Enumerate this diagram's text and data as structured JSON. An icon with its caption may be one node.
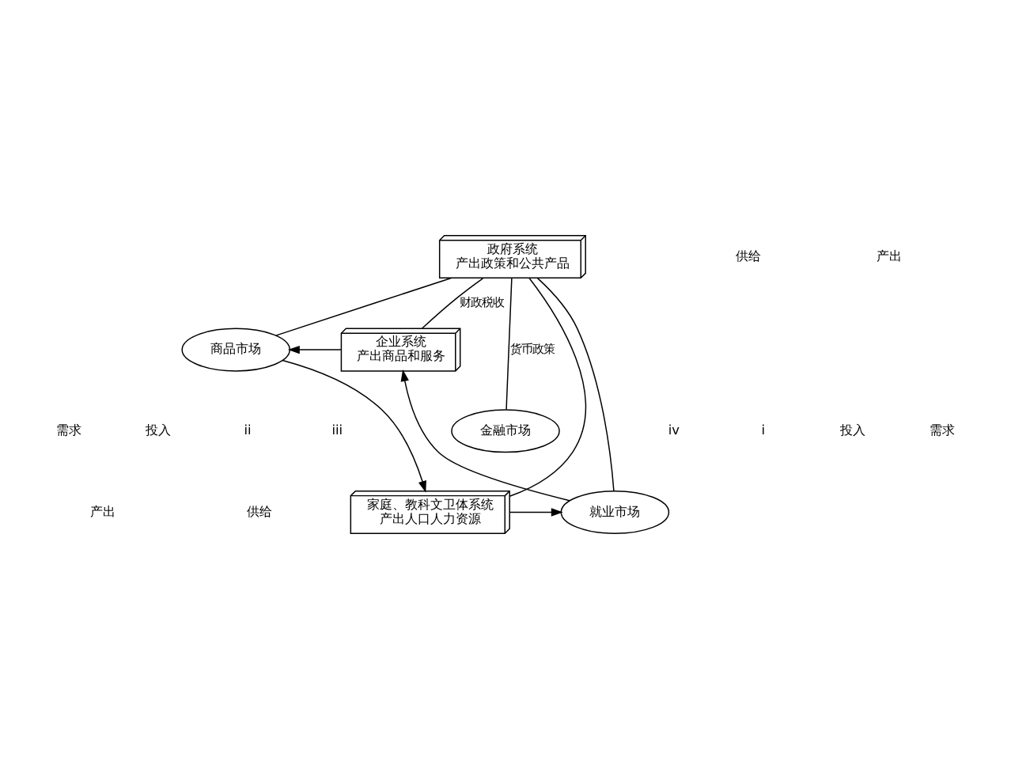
{
  "diagram": {
    "nodes": [
      {
        "text": [
          "政府系统",
          "产出政策和公共产品"
        ]
      },
      {
        "text": [
          "商品市场"
        ]
      },
      {
        "text": [
          "企业系统",
          "产出商品和服务"
        ]
      },
      {
        "text": [
          "金融市场"
        ]
      },
      {
        "text": [
          "家庭、教科文卫体系统",
          "产出人口人力资源"
        ]
      },
      {
        "text": [
          "就业市场"
        ]
      }
    ],
    "edges": [
      {
        "from": 2,
        "to": 1,
        "arrow": "to"
      },
      {
        "from": 1,
        "to": 4,
        "arrow": "to"
      },
      {
        "from": 4,
        "to": 5,
        "arrow": "to"
      },
      {
        "from": 5,
        "to": 2,
        "arrow": "to"
      },
      {
        "from": 0,
        "to": 1,
        "arrow": "none"
      },
      {
        "from": 0,
        "to": 4,
        "arrow": "none"
      },
      {
        "from": 0,
        "to": 3,
        "arrow": "none",
        "label": "货币政策"
      },
      {
        "from": 0,
        "to": 5,
        "arrow": "none"
      },
      {
        "from": 0,
        "to": 2,
        "arrow": "none",
        "label": "财政税收"
      }
    ],
    "labels": [
      "供给",
      "产出",
      "ii",
      "i",
      "需求",
      "投入",
      "投入",
      "需求",
      "iii",
      "iv",
      "产出",
      "供给"
    ]
  }
}
